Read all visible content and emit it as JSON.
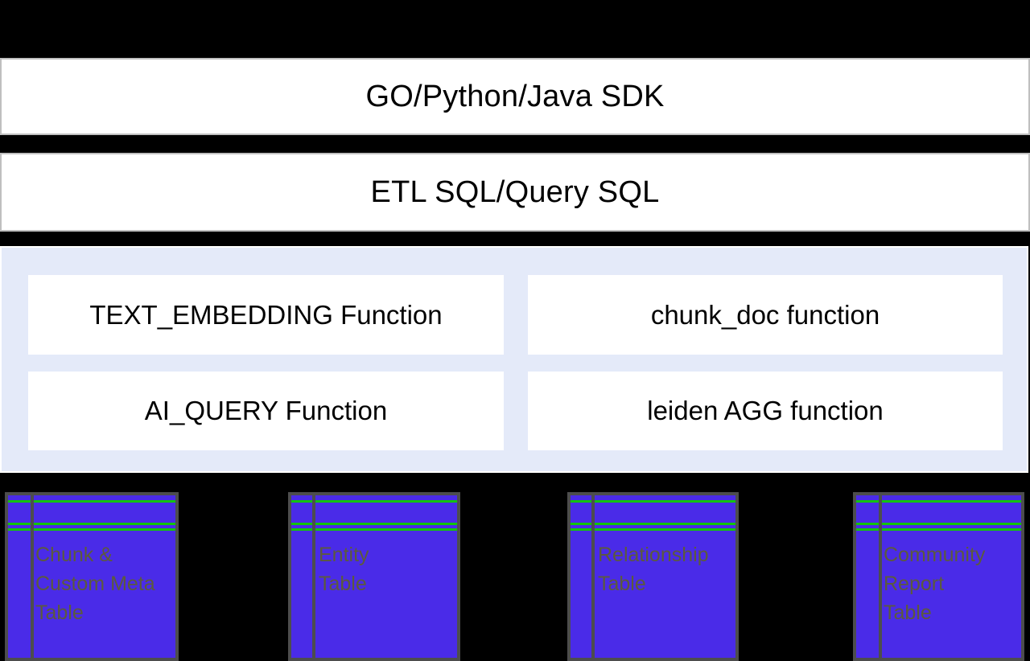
{
  "diagram": {
    "layers": [
      {
        "id": "sdk",
        "label": "GO/Python/Java SDK"
      },
      {
        "id": "sql",
        "label": "ETL SQL/Query SQL"
      }
    ],
    "function_panel": {
      "background_color": "#e4eaf9",
      "functions": [
        {
          "label": "TEXT_EMBEDDING Function"
        },
        {
          "label": "chunk_doc function"
        },
        {
          "label": "AI_QUERY Function"
        },
        {
          "label": "leiden AGG function"
        }
      ]
    },
    "storage_tables": [
      {
        "label": "Chunk &\nCustom Meta\nTable"
      },
      {
        "label": "Entity\nTable"
      },
      {
        "label": "Relationship\nTable"
      },
      {
        "label": "Community\nReport\nTable"
      }
    ],
    "colors": {
      "background": "#000000",
      "band_fill": "#ffffff",
      "band_border": "#bfbfbf",
      "panel_fill": "#e4eaf9",
      "table_fill": "#4a2be8",
      "table_border": "#4d4d4d",
      "table_rule": "#12c40a",
      "table_label_text": "#5c5a3e"
    }
  }
}
